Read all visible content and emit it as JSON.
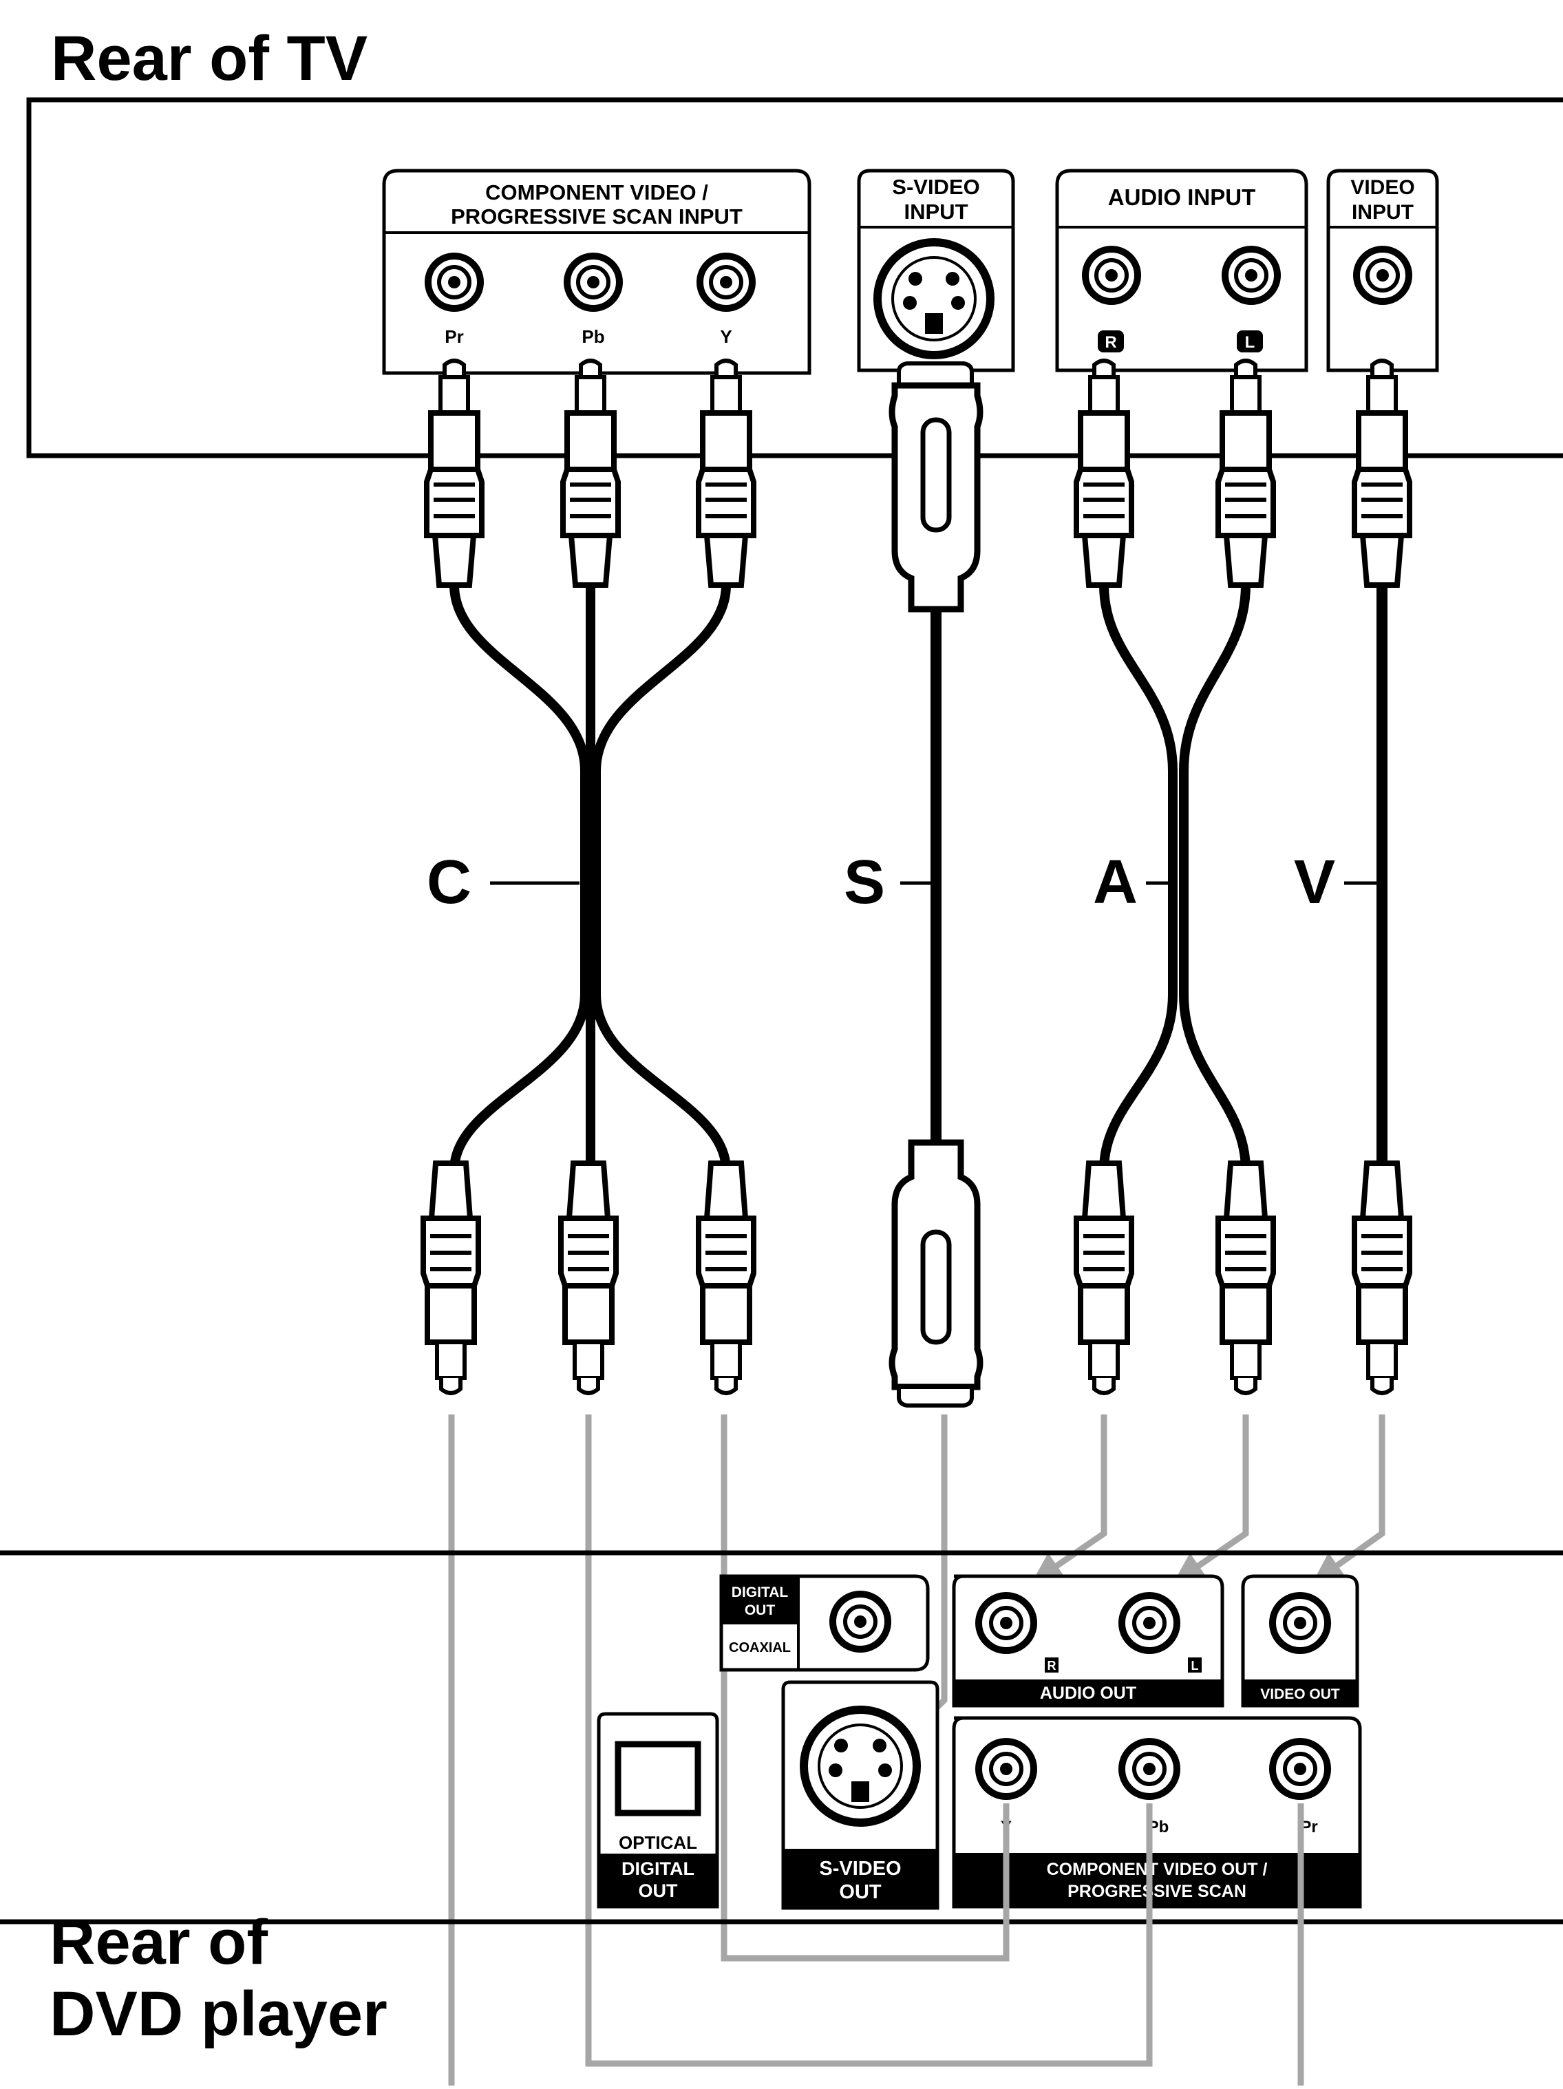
{
  "tv_panel": {
    "title": "Rear of TV",
    "component_group": {
      "label_line1": "COMPONENT VIDEO /",
      "label_line2": "PROGRESSIVE SCAN INPUT",
      "jacks": [
        "Pr",
        "Pb",
        "Y"
      ]
    },
    "svideo_group": {
      "label_line1": "S-VIDEO",
      "label_line2": "INPUT"
    },
    "audio_group": {
      "label": "AUDIO INPUT",
      "jacks": [
        "R",
        "L"
      ]
    },
    "video_group": {
      "label_line1": "VIDEO",
      "label_line2": "INPUT"
    }
  },
  "cables": {
    "component": "C",
    "svideo": "S",
    "audio": "A",
    "video": "V"
  },
  "dvd_panel": {
    "title_line1": "Rear of",
    "title_line2": "DVD player",
    "digital_out": {
      "label_line1": "DIGITAL",
      "label_line2": "OUT",
      "coaxial_label": "COAXIAL"
    },
    "optical": {
      "top_label": "OPTICAL",
      "label_line1": "DIGITAL",
      "label_line2": "OUT"
    },
    "svideo_out": {
      "label_line1": "S-VIDEO",
      "label_line2": "OUT"
    },
    "audio_out": {
      "label": "AUDIO OUT",
      "jacks": [
        "R",
        "L"
      ]
    },
    "video_out": {
      "label": "VIDEO OUT"
    },
    "component_out": {
      "label_line1": "COMPONENT VIDEO OUT /",
      "label_line2": "PROGRESSIVE SCAN",
      "jacks": [
        "Y",
        "Pb",
        "Pr"
      ]
    }
  },
  "colors": {
    "ink": "#000000",
    "guide": "#a6a6a6",
    "paper": "#ffffff"
  }
}
